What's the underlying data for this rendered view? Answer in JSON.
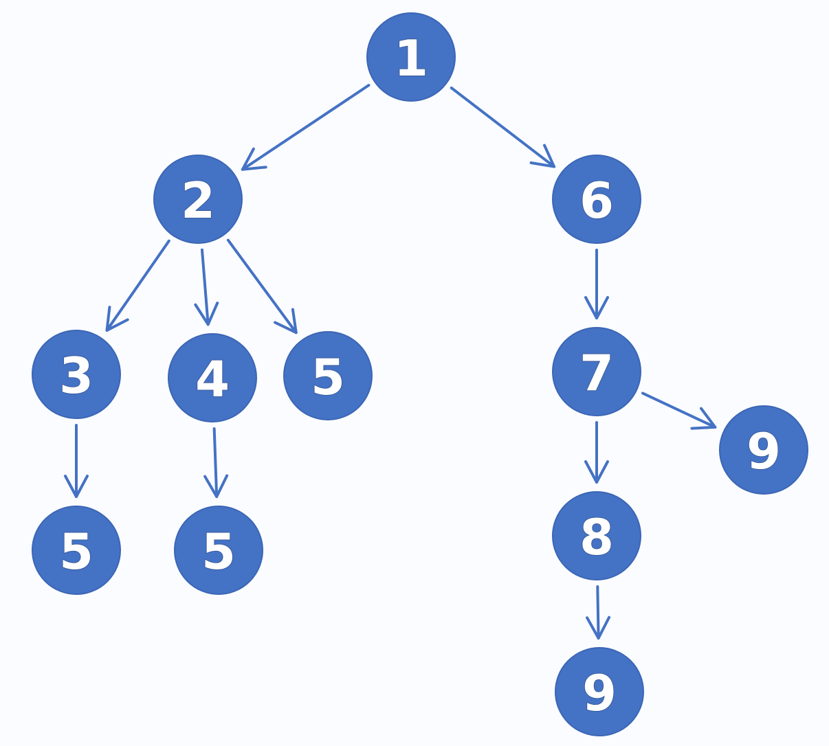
{
  "diagram": {
    "nodes": [
      {
        "id": "n1",
        "label": "1"
      },
      {
        "id": "n2",
        "label": "2"
      },
      {
        "id": "n6",
        "label": "6"
      },
      {
        "id": "n3",
        "label": "3"
      },
      {
        "id": "n4",
        "label": "4"
      },
      {
        "id": "n5a",
        "label": "5"
      },
      {
        "id": "n7",
        "label": "7"
      },
      {
        "id": "n9a",
        "label": "9"
      },
      {
        "id": "n5b",
        "label": "5"
      },
      {
        "id": "n5c",
        "label": "5"
      },
      {
        "id": "n8",
        "label": "8"
      },
      {
        "id": "n9b",
        "label": "9"
      }
    ],
    "edges": [
      {
        "from": "n1",
        "to": "n2"
      },
      {
        "from": "n1",
        "to": "n6"
      },
      {
        "from": "n2",
        "to": "n3"
      },
      {
        "from": "n2",
        "to": "n4"
      },
      {
        "from": "n2",
        "to": "n5a"
      },
      {
        "from": "n6",
        "to": "n7"
      },
      {
        "from": "n3",
        "to": "n5b"
      },
      {
        "from": "n4",
        "to": "n5c"
      },
      {
        "from": "n7",
        "to": "n8"
      },
      {
        "from": "n7",
        "to": "n9a"
      },
      {
        "from": "n8",
        "to": "n9b"
      }
    ],
    "colors": {
      "node_fill": "#4472c4",
      "edge": "#4472c4",
      "label": "#ffffff",
      "background": "#fbfcff"
    }
  }
}
